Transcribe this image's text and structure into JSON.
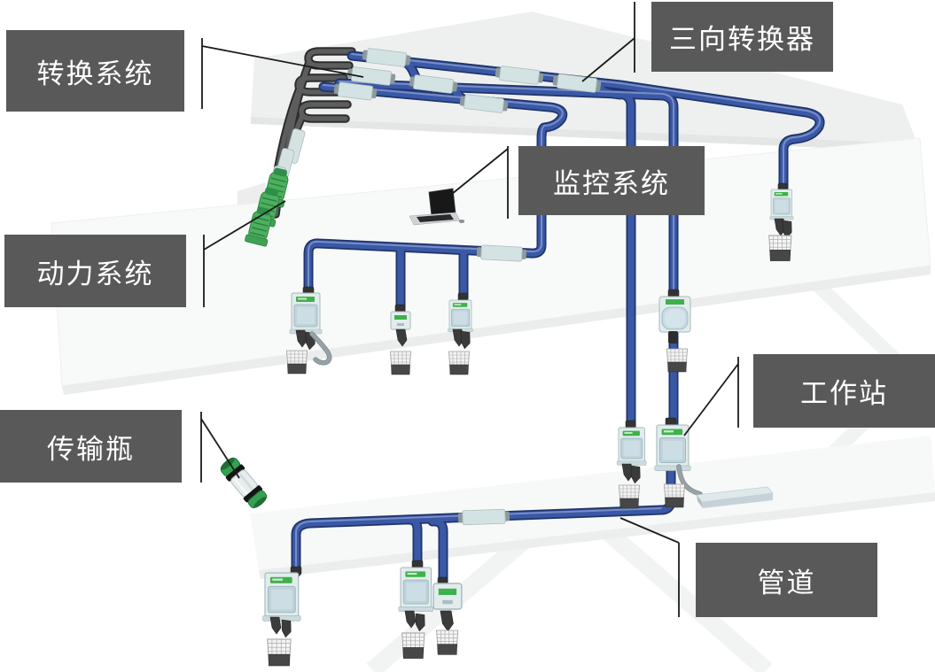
{
  "diagram": {
    "type": "pneumatic-tube-transport-system-illustration",
    "labels": [
      {
        "id": "conversion-system",
        "text": "转换系统"
      },
      {
        "id": "three-way-converter",
        "text": "三向转换器"
      },
      {
        "id": "monitoring-system",
        "text": "监控系统"
      },
      {
        "id": "power-system",
        "text": "动力系统"
      },
      {
        "id": "workstation",
        "text": "工作站"
      },
      {
        "id": "transfer-bottle",
        "text": "传输瓶"
      },
      {
        "id": "pipeline",
        "text": "管道"
      }
    ],
    "colors": {
      "label_bg": "#595959",
      "label_text": "#ffffff",
      "pipe_blue": "#3a58a6",
      "pipe_blue_dark": "#1f3569",
      "pipe_dark": "#2d2d2d",
      "coupler": "#d3e2e2",
      "station_body": "#e3ecec",
      "station_stripe": "#3db14c",
      "device_green": "#4db05f",
      "basket_base": "#474747",
      "callout": "#1b1b1b",
      "background": "#ffffff"
    }
  }
}
